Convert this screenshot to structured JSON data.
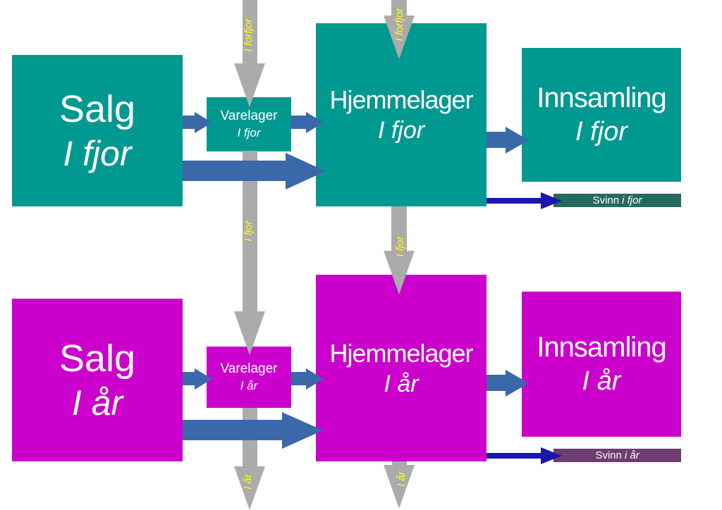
{
  "colors": {
    "teal": "#009991",
    "magenta": "#CC00CC",
    "blue": "#3B68A9",
    "navy": "#1B16AE",
    "gray": "#ABABAB",
    "yellow": "#FFFF00",
    "svinn_fjor_bg": "#26695F",
    "svinn_ar_bg": "#6E3D70"
  },
  "rows": {
    "fjor": {
      "salg": {
        "title": "Salg",
        "subtitle": "I fjor"
      },
      "varelager": {
        "title": "Varelager",
        "subtitle": "I fjor"
      },
      "hjemmelager": {
        "title": "Hjemmelager",
        "subtitle": "I fjor"
      },
      "innsamling": {
        "title": "Innsamling",
        "subtitle": "I fjor"
      },
      "svinn": {
        "label": "Svinn",
        "period": "i fjor"
      }
    },
    "ar": {
      "salg": {
        "title": "Salg",
        "subtitle": "I år"
      },
      "varelager": {
        "title": "Varelager",
        "subtitle": "I år"
      },
      "hjemmelager": {
        "title": "Hjemmelager",
        "subtitle": "I år"
      },
      "innsamling": {
        "title": "Innsamling",
        "subtitle": "I år"
      },
      "svinn": {
        "label": "Svinn",
        "period": "i år"
      }
    }
  },
  "flow_labels": {
    "forfjor": "I forfjor",
    "fjor": "I fjor",
    "ar": "I år"
  }
}
